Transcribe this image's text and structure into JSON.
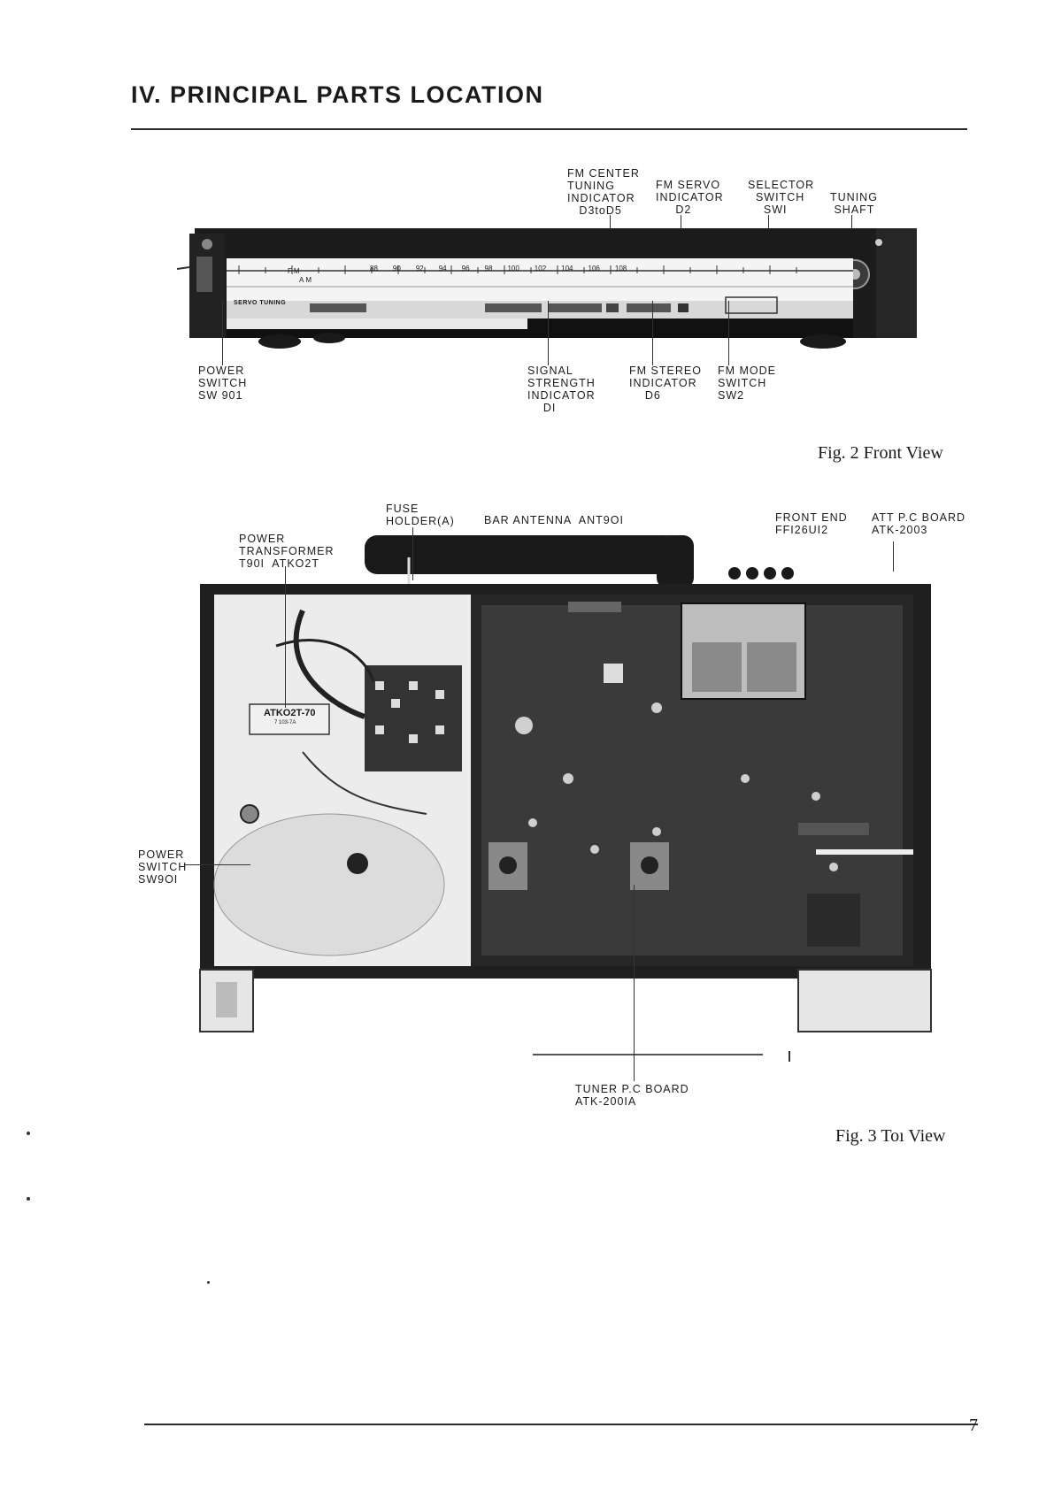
{
  "header": {
    "section_title": "IV.  PRINCIPAL  PARTS  LOCATION"
  },
  "front_view": {
    "caption": "Fig. 2  Front View",
    "labels": {
      "fm_center_tuning": "FM CENTER\nTUNING\nINDICATOR\n   D3toD5",
      "fm_servo": "FM SERVO\nINDICATOR\n     D2",
      "selector_switch": "SELECTOR\n  SWITCH\n    SWI",
      "tuning_shaft": "TUNING\n SHAFT",
      "power_switch": "POWER\nSWITCH\nSW 901",
      "signal_strength": "SIGNAL\nSTRENGTH\nINDICATOR\n    DI",
      "fm_stereo": "FM STEREO\nINDICATOR\n    D6",
      "fm_mode": "FM MODE\nSWITCH\nSW2"
    },
    "dial_scale_marks": [
      "88",
      "90",
      "92",
      "94",
      "96",
      "98",
      "100",
      "102",
      "104",
      "106",
      "108"
    ],
    "dial_text": {
      "fm": "FM",
      "am": "AM",
      "servo": "SERVO TUNING"
    }
  },
  "top_view": {
    "caption": "Fig. 3  Toı  View",
    "labels": {
      "fuse_holder": "FUSE\nHOLDER(A)",
      "bar_antenna": "BAR ANTENNA  ANT9OI",
      "front_end": "FRONT END\nFFI26UI2",
      "att_board": "ATT P.C BOARD\nATK-2003",
      "power_transformer": "POWER\nTRANSFORMER\nT90I  ATKO2T",
      "power_switch": "POWER\nSWITCH\nSW9OI",
      "tuner_board": "TUNER P.C BOARD\nATK-200IA"
    },
    "transformer_marking": "ATKO2T-70",
    "transformer_submark": "7 103-7A"
  },
  "footer": {
    "page_number": "7"
  }
}
